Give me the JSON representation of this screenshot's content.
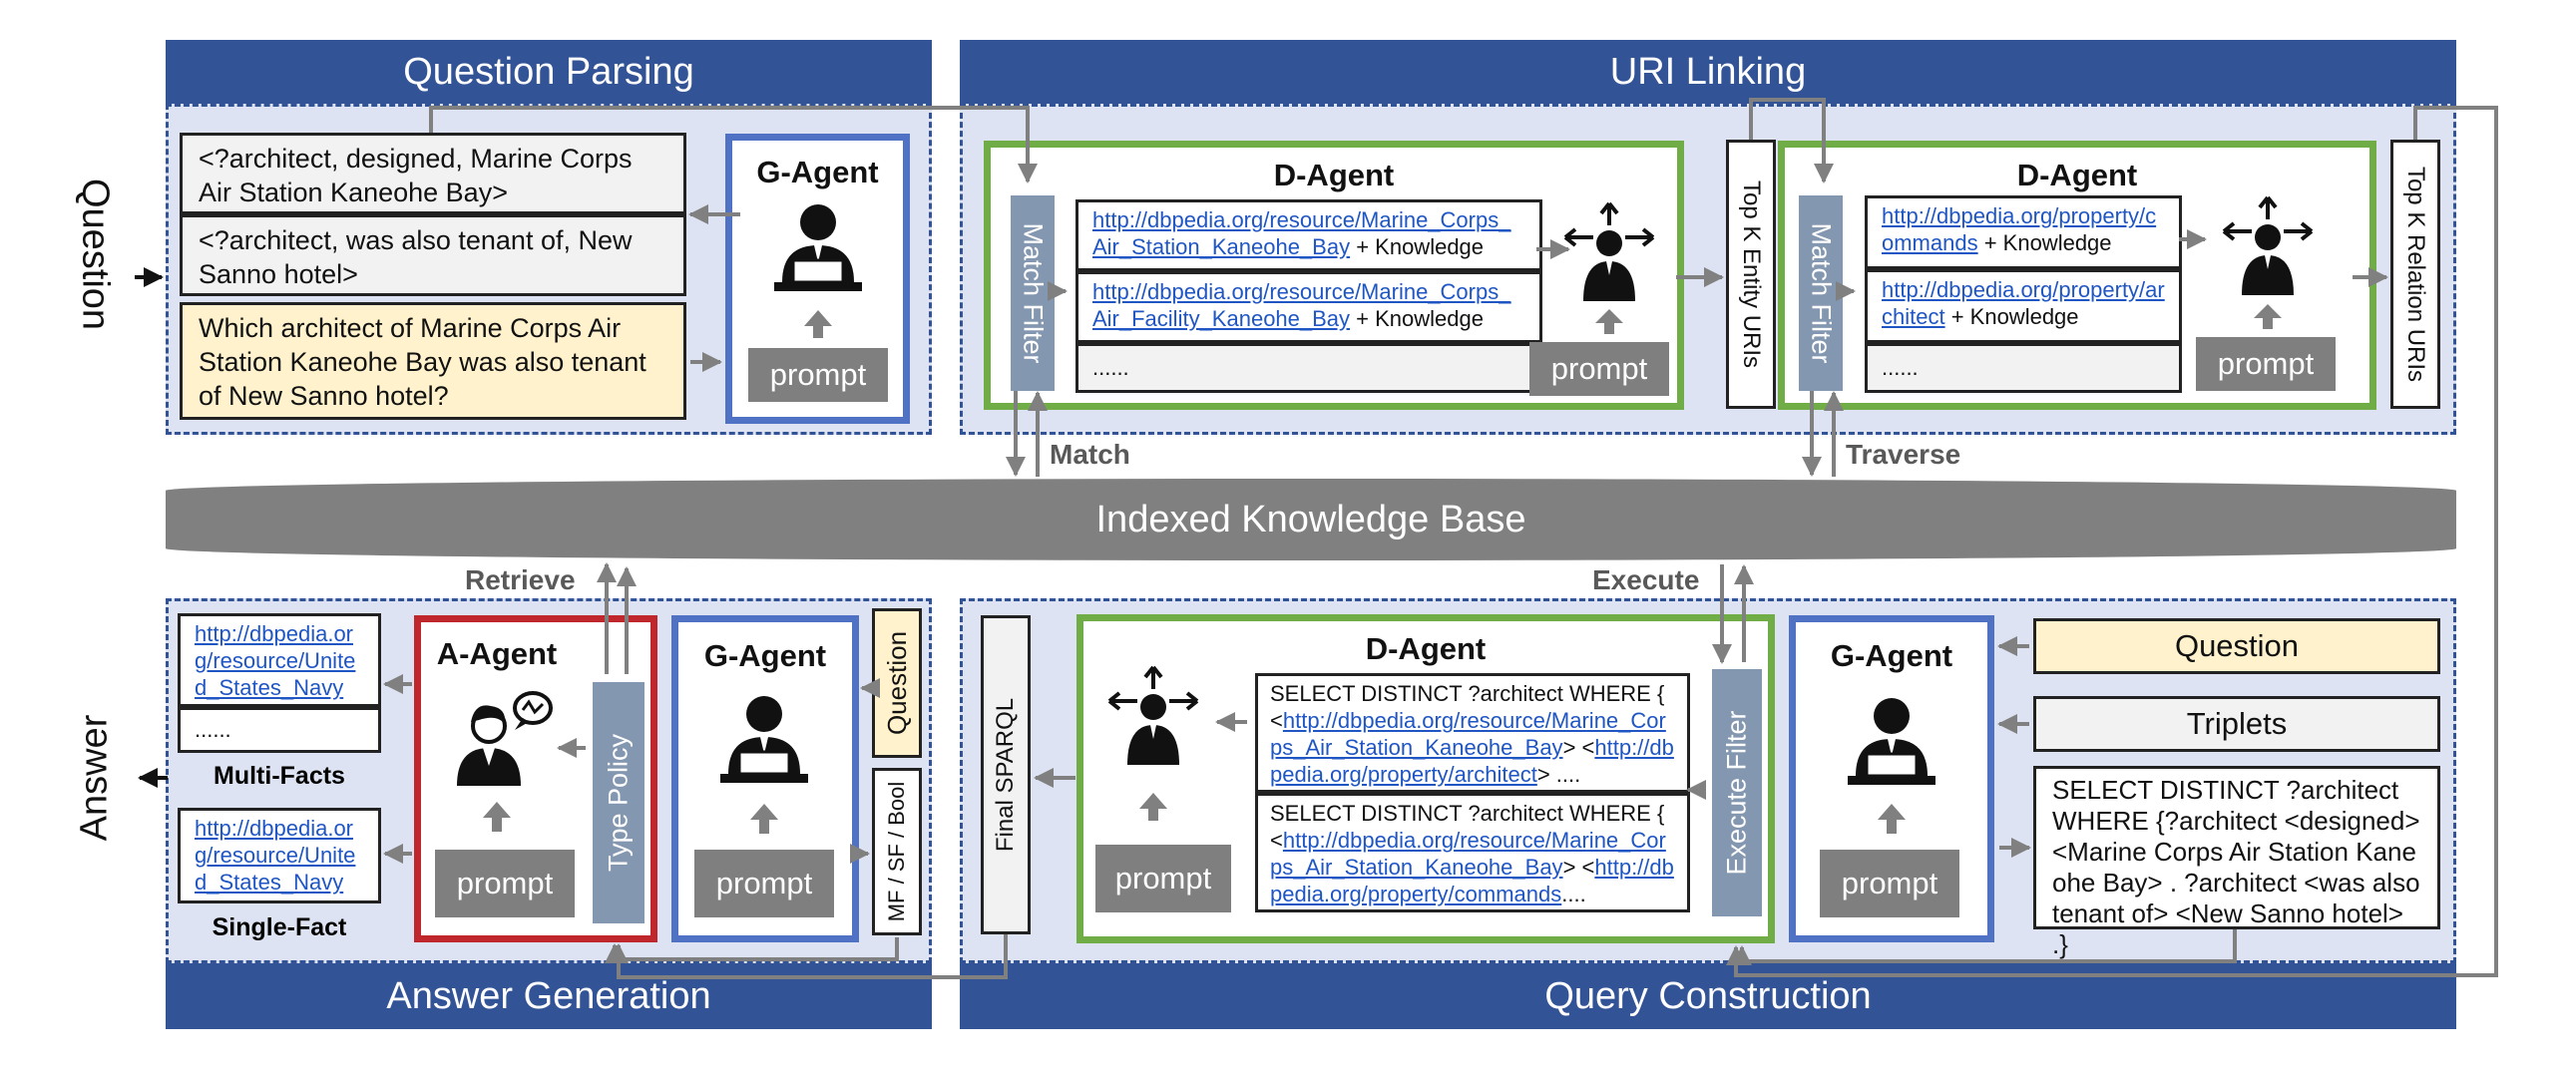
{
  "sections": {
    "question_parsing": "Question Parsing",
    "uri_linking": "URI Linking",
    "answer_generation": "Answer Generation",
    "query_construction": "Query Construction"
  },
  "side_labels": {
    "question": "Question",
    "answer": "Answer"
  },
  "knowledge_base": "Indexed Knowledge Base",
  "flow_labels": {
    "match": "Match",
    "traverse": "Traverse",
    "retrieve": "Retrieve",
    "execute": "Execute"
  },
  "agents": {
    "g_agent": "G-Agent",
    "d_agent": "D-Agent",
    "a_agent": "A-Agent",
    "prompt": "prompt"
  },
  "question_parsing": {
    "triplet_1": "<?architect, designed, Marine Corps Air Station Kaneohe Bay>",
    "triplet_2": "<?architect, was also tenant of, New Sanno hotel>",
    "question": "Which architect of Marine Corps Air Station Kaneohe Bay was also tenant of New Sanno hotel?"
  },
  "uri_linking": {
    "match_filter": "Match Filter",
    "entity_uri_1": "http://dbpedia.org/resource/Marine_Corps_Air_Station_Kaneohe_Bay",
    "entity_uri_2": "http://dbpedia.org/resource/Marine_Corps_Air_Facility_Kaneohe_Bay",
    "plus_knowledge": " + Knowledge",
    "ellipsis": "......",
    "top_k_entity": "Top K Entity URIs",
    "relation_uri_1": "http://dbpedia.org/property/commands",
    "relation_uri_2": "http://dbpedia.org/property/architect",
    "top_k_relation": "Top K Relation URIs"
  },
  "answer_generation": {
    "multi_fact_uri": "http://dbpedia.org/resource/United_States_Navy",
    "ellipsis": "......",
    "multi_facts": "Multi-Facts",
    "single_fact_uri": "http://dbpedia.org/resource/United_States_Navy",
    "single_fact": "Single-Fact",
    "type_policy": "Type Policy",
    "question_tag": "Question",
    "mf_sf_bool": "MF / SF / Bool"
  },
  "query_construction": {
    "final_sparql": "Final SPARQL",
    "execute_filter": "Execute Filter",
    "sparql_1_prefix": "SELECT  DISTINCT ?architect  WHERE { <",
    "sparql_1_uri_a": "http://dbpedia.org/resource/Marine_Corps_Air_Station_Kaneohe_Bay",
    "sparql_1_mid": "> <",
    "sparql_1_uri_b": "http://dbpedia.org/property/architect",
    "sparql_1_suffix": "> ....",
    "sparql_2_prefix": "SELECT  DISTINCT ?architect  WHERE { <",
    "sparql_2_uri_a": "http://dbpedia.org/resource/Marine_Corps_Air_Station_Kaneohe_Bay",
    "sparql_2_mid": "> <",
    "sparql_2_uri_b": "http://dbpedia.org/property/commands",
    "sparql_2_suffix": "....",
    "input_question": "Question",
    "input_triplets": "Triplets",
    "sparql_template": "SELECT DISTINCT ?architect WHERE {?architect <designed> <Marine Corps Air Station Kaneohe Bay> . ?architect <was also tenant of> <New Sanno hotel> .}"
  },
  "colors": {
    "band": "#335397",
    "panel": "#dde3f2",
    "g_agent_border": "#4f72c4",
    "d_agent_border": "#70ad47",
    "a_agent_border": "#c0272d",
    "filter": "#8497b0",
    "prompt": "#7f7f7f",
    "question_fill": "#fff2cc",
    "link": "#1f56c4"
  },
  "icons": [
    "agent-at-desk-icon",
    "agent-decision-arrows-icon",
    "agent-speaking-icon"
  ]
}
